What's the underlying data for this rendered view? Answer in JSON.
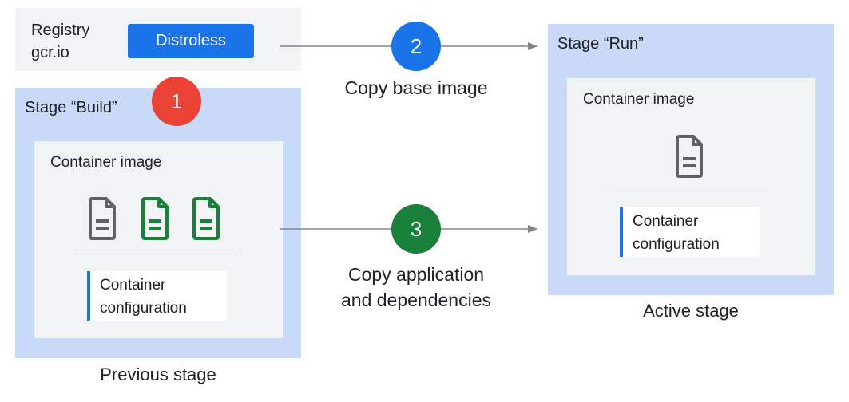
{
  "registry": {
    "line1": "Registry",
    "line2": "gcr.io",
    "button_label": "Distroless"
  },
  "stage_build": {
    "title": "Stage “Build”",
    "container_title": "Container image",
    "config_line1": "Container",
    "config_line2": "configuration",
    "caption": "Previous stage"
  },
  "stage_run": {
    "title": "Stage “Run”",
    "container_title": "Container image",
    "config_line1": "Container",
    "config_line2": "configuration",
    "caption": "Active stage"
  },
  "steps": [
    {
      "number": "1",
      "color": "#ea4335"
    },
    {
      "number": "2",
      "color": "#1a73e8",
      "label": "Copy base image"
    },
    {
      "number": "3",
      "color": "#188038",
      "label_line1": "Copy application",
      "label_line2": "and dependencies"
    }
  ],
  "icons": {
    "gray_doc": "document-icon",
    "green_doc": "document-icon",
    "gray_color": "#5f6368",
    "green_color": "#188038"
  }
}
